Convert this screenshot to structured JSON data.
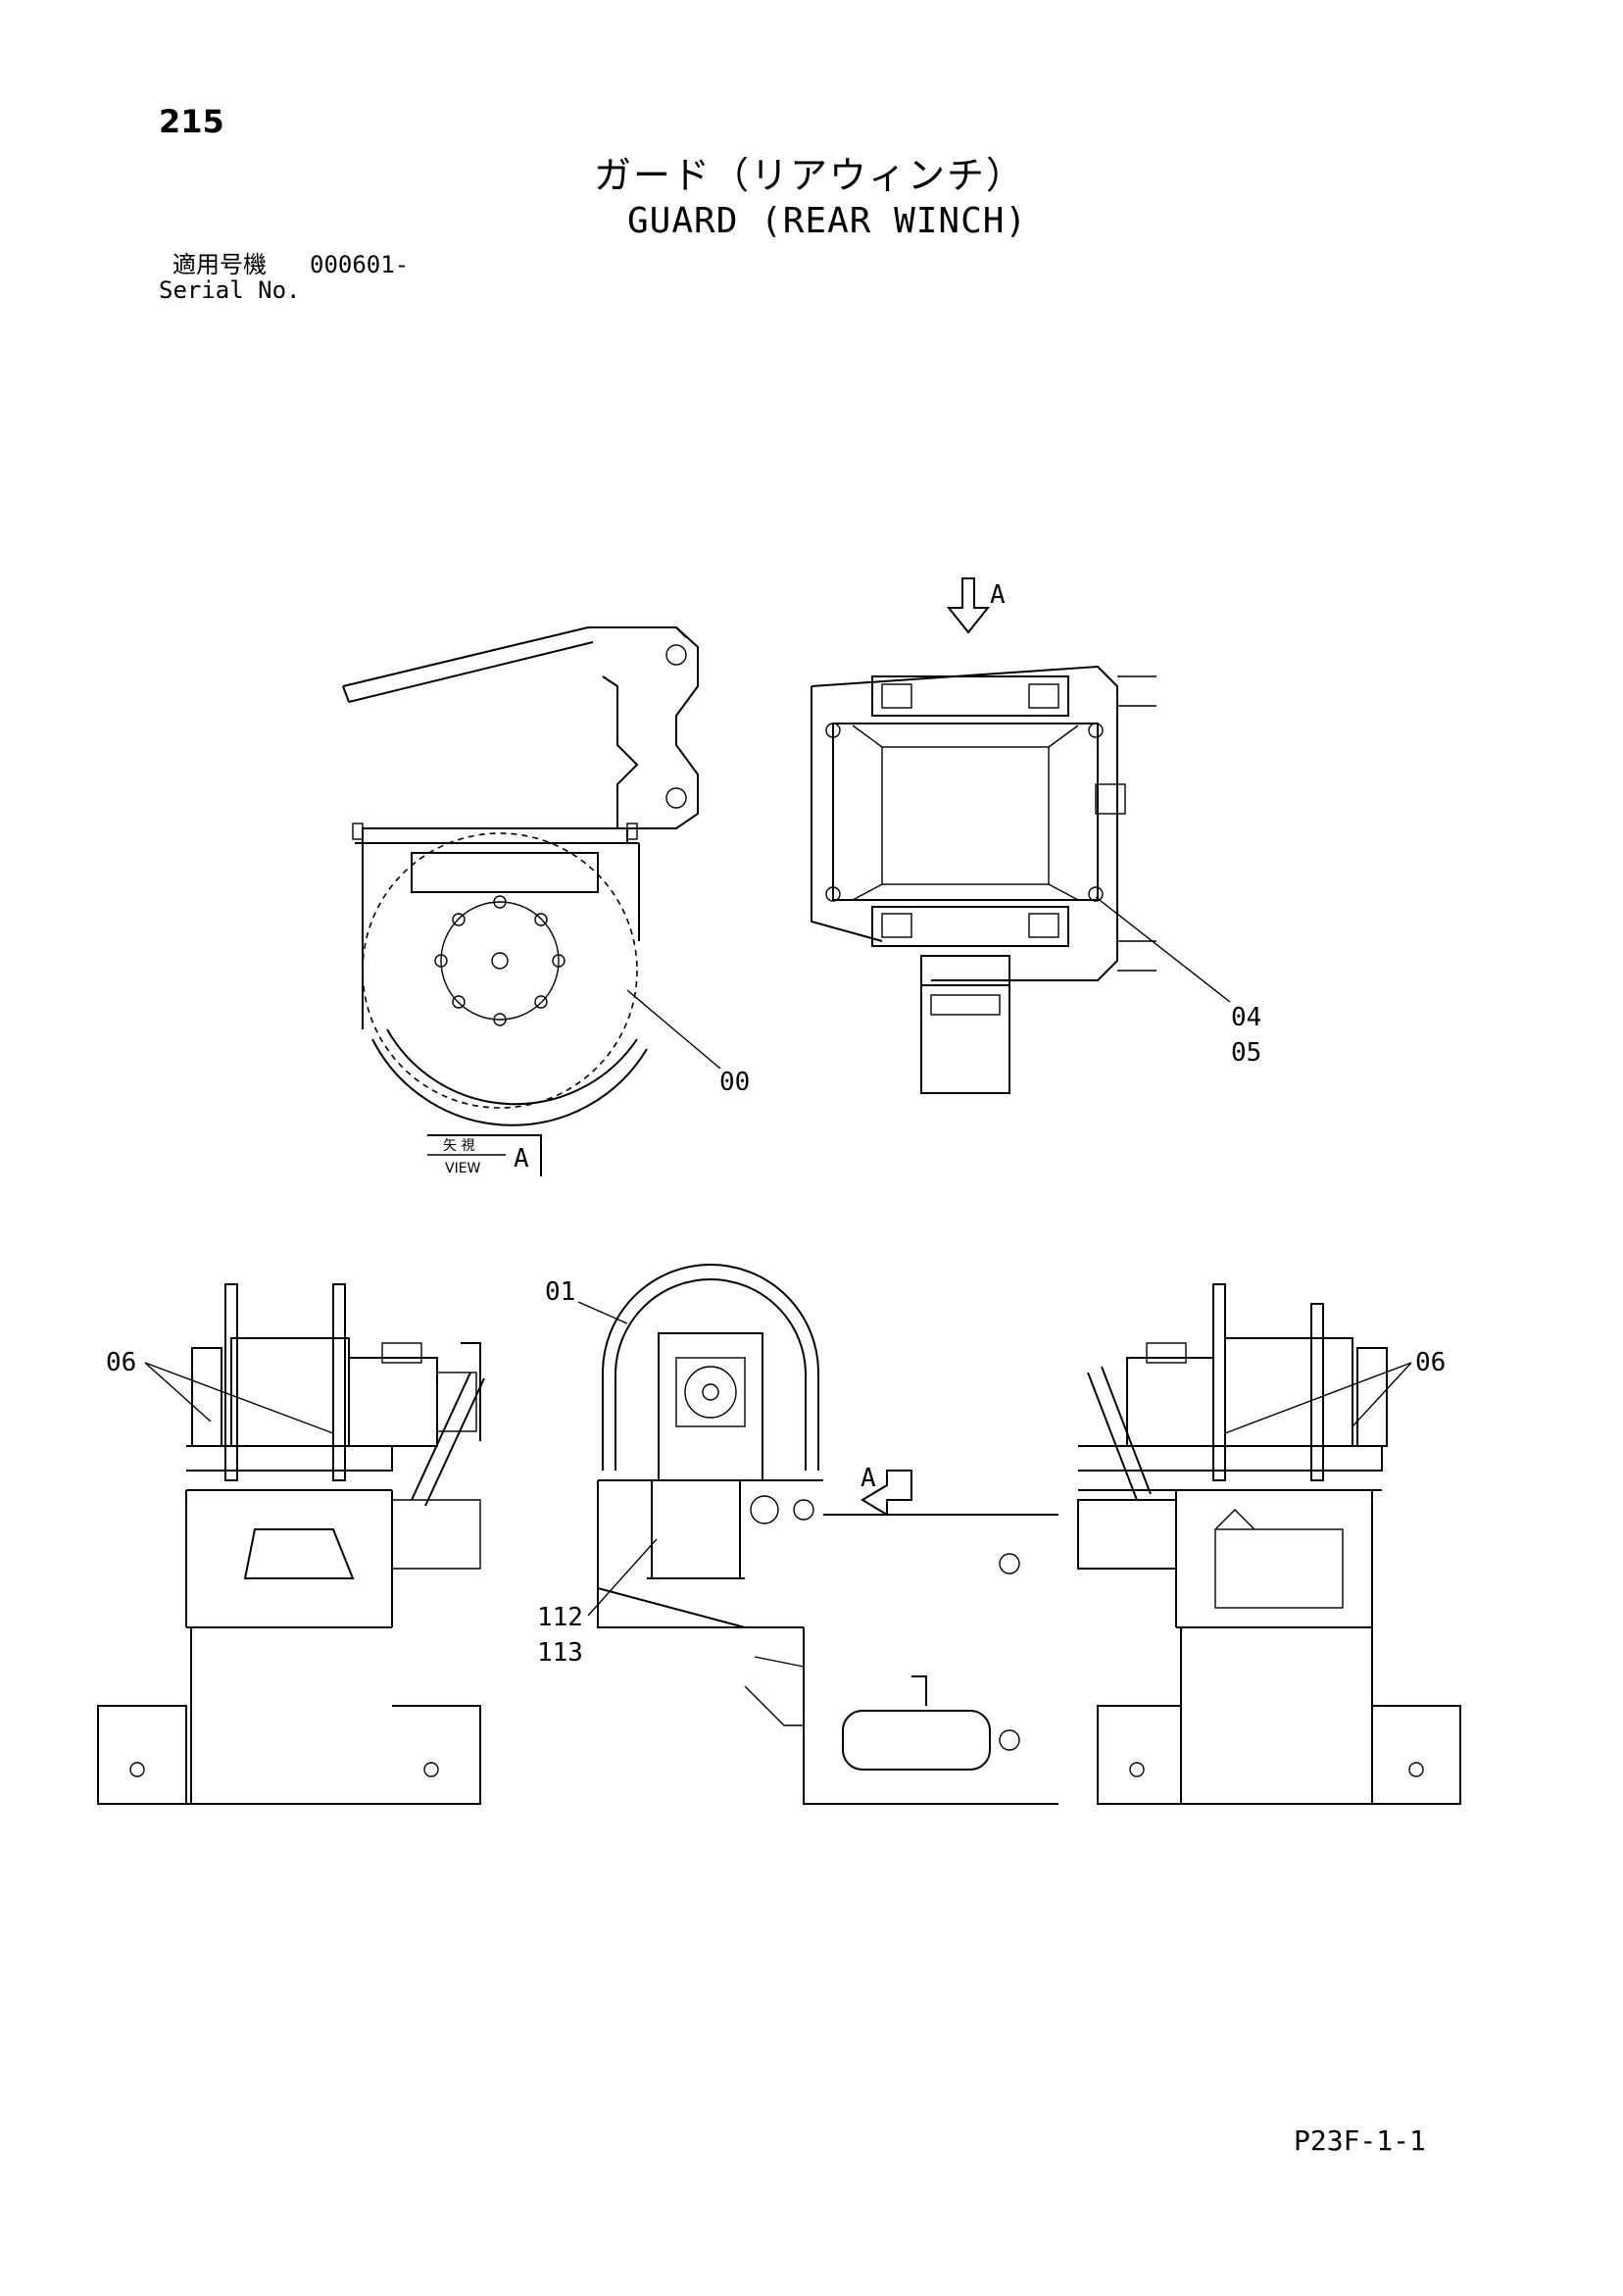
{
  "header": {
    "page_number": "215",
    "title_jp": "ガード（リアウィンチ）",
    "title_en": "GUARD (REAR WINCH)",
    "serial_label_jp": "適用号機",
    "serial_value": "000601-",
    "serial_label_en": "Serial No."
  },
  "view_marker": {
    "letter": "A",
    "view_jp": "矢 視",
    "view_en": "VIEW"
  },
  "callouts": {
    "c00": "00",
    "c01": "01",
    "c04": "04",
    "c05": "05",
    "c06_left": "06",
    "c06_right": "06",
    "c112": "112",
    "c113": "113"
  },
  "footer": {
    "code": "P23F-1-1"
  }
}
